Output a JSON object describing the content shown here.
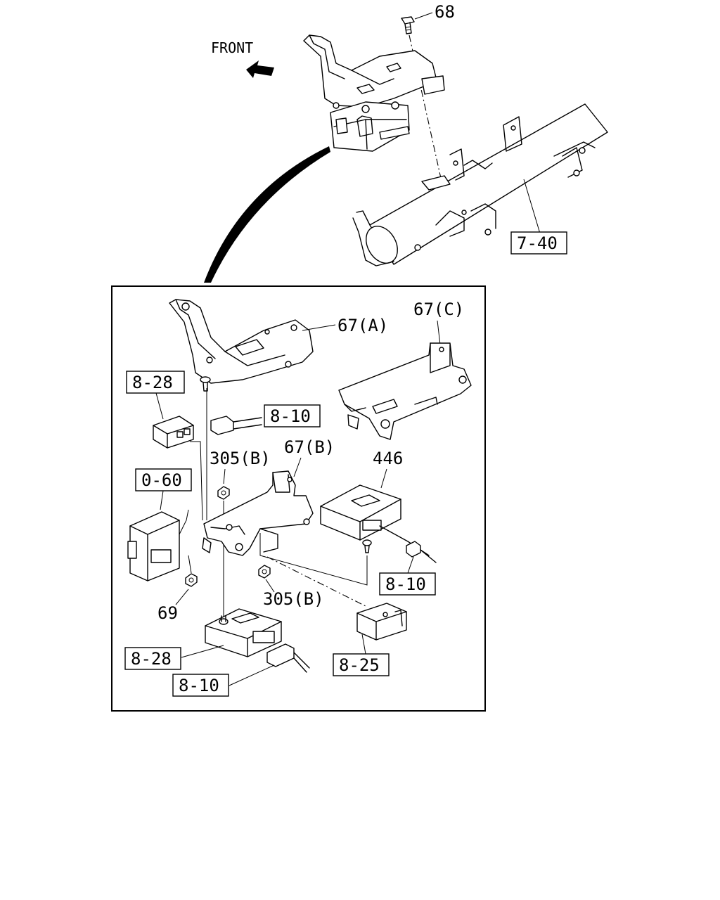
{
  "labels": {
    "front": "FRONT",
    "bolt_68": "68",
    "ref_7_40": "7-40",
    "bracket_67a": "67(A)",
    "bracket_67c": "67(C)",
    "bracket_67b": "67(B)",
    "ref_8_28_top": "8-28",
    "ref_8_10_top": "8-10",
    "nut_305b_top": "305(B)",
    "ref_0_60": "0-60",
    "unit_446": "446",
    "ref_8_10_right": "8-10",
    "nut_69": "69",
    "nut_305b_bottom": "305(B)",
    "ref_8_28_bottom": "8-28",
    "ref_8_25": "8-25",
    "ref_8_10_bottom": "8-10"
  }
}
